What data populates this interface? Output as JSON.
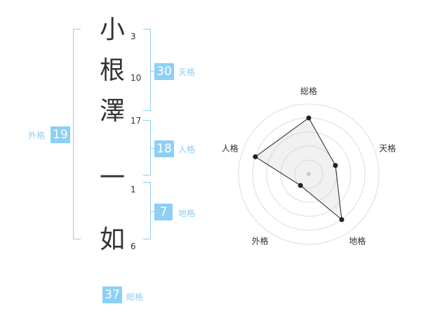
{
  "name": {
    "chars": [
      {
        "char": "小",
        "strokes": "3"
      },
      {
        "char": "根",
        "strokes": "10"
      },
      {
        "char": "澤",
        "strokes": "17"
      },
      {
        "char": "一",
        "strokes": "1"
      },
      {
        "char": "如",
        "strokes": "6"
      }
    ]
  },
  "kakusu": {
    "tenkaku": {
      "value": "30",
      "label": "天格"
    },
    "jinkaku": {
      "value": "18",
      "label": "人格"
    },
    "chikaku": {
      "value": "7",
      "label": "地格"
    },
    "gaikaku": {
      "value": "19",
      "label": "外格"
    },
    "soukaku": {
      "value": "37",
      "label": "総格"
    }
  },
  "colors": {
    "accent": "#8ecff5",
    "text": "#333333"
  },
  "chart_data": {
    "type": "radar",
    "axes": [
      "総格",
      "天格",
      "地格",
      "外格",
      "人格"
    ],
    "values": [
      4,
      2,
      4,
      1,
      4
    ],
    "scale_max": 5,
    "rings": 5
  }
}
